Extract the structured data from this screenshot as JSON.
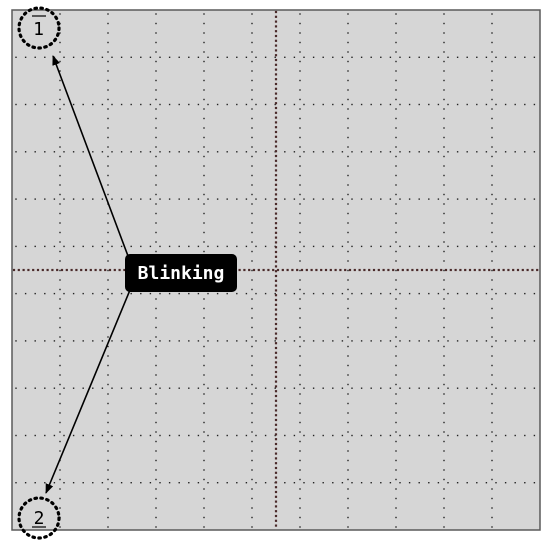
{
  "diagram": {
    "center_label": "Blinking",
    "markers": [
      {
        "id": "1",
        "label": "1"
      },
      {
        "id": "2",
        "label": "2"
      }
    ],
    "colors": {
      "screen_bg": "#d6d6d6",
      "frame": "#5a5a5a",
      "grid_dots": "#222222",
      "center_axis": "#4a2a2a",
      "label_bg": "#000000",
      "label_text": "#ffffff",
      "line": "#000000"
    }
  }
}
